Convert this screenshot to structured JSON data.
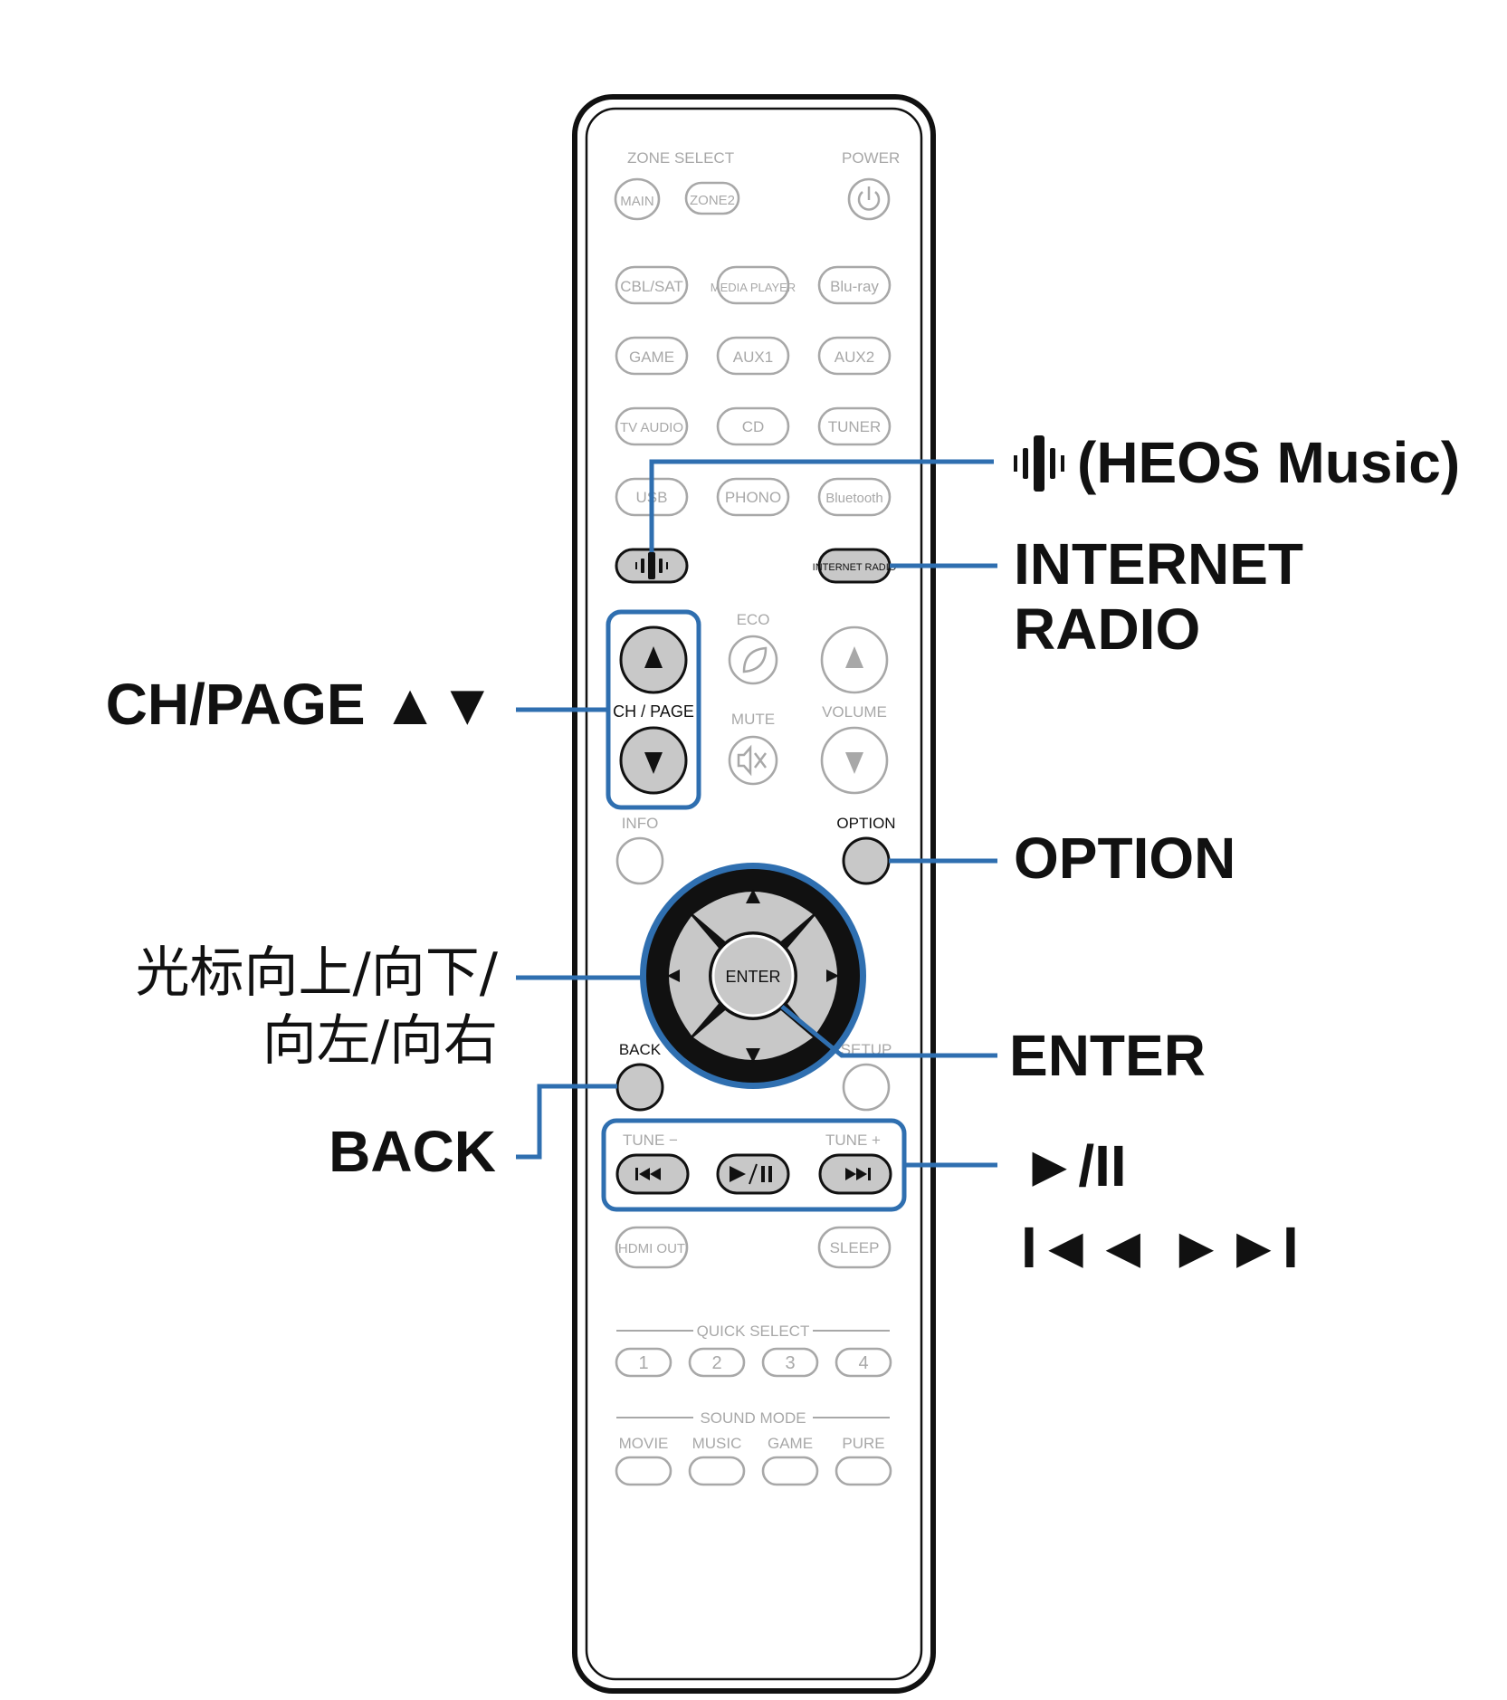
{
  "remote": {
    "zone_select_label": "ZONE SELECT",
    "power_label": "POWER",
    "main_label": "MAIN",
    "zone2_label": "ZONE2",
    "sources_row1": [
      "CBL/SAT",
      "MEDIA PLAYER",
      "Blu-ray"
    ],
    "sources_row2": [
      "GAME",
      "AUX1",
      "AUX2"
    ],
    "sources_row3": [
      "TV AUDIO",
      "CD",
      "TUNER"
    ],
    "sources_row4": [
      "USB",
      "PHONO",
      "Bluetooth"
    ],
    "internet_radio_button": "INTERNET RADIO",
    "eco_label": "ECO",
    "chpage_label": "CH / PAGE",
    "mute_label": "MUTE",
    "volume_label": "VOLUME",
    "info_label": "INFO",
    "option_label": "OPTION",
    "enter_label": "ENTER",
    "back_label": "BACK",
    "setup_label": "SETUP",
    "tune_minus_label": "TUNE −",
    "tune_plus_label": "TUNE +",
    "hdmi_out_label": "HDMI OUT",
    "sleep_label": "SLEEP",
    "quick_select_label": "QUICK SELECT",
    "quick_select_buttons": [
      "1",
      "2",
      "3",
      "4"
    ],
    "sound_mode_label": "SOUND MODE",
    "sound_modes": [
      "MOVIE",
      "MUSIC",
      "GAME",
      "PURE"
    ]
  },
  "callouts": {
    "heos_music": "(HEOS Music)",
    "internet_radio_line1": "INTERNET",
    "internet_radio_line2": "RADIO",
    "ch_page": "CH/PAGE ▲▼",
    "option": "OPTION",
    "cursor_line1": "光标向上/向下/",
    "cursor_line2": "向左/向右",
    "enter": "ENTER",
    "back": "BACK",
    "play_pause": "►/II",
    "skip": "I◄◄ ►►I"
  },
  "colors": {
    "callout_line": "#2f6fb0",
    "highlighted_button": "#c8c8c8",
    "inactive_button": "#a8a8a8"
  }
}
